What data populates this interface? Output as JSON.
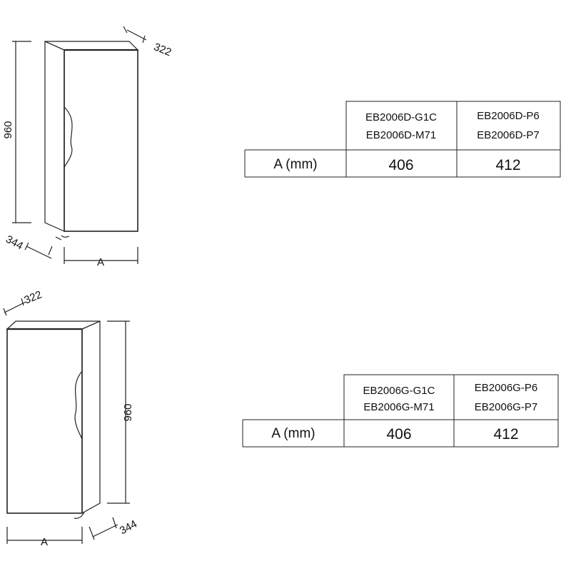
{
  "top_diagram": {
    "height_dim": "960",
    "depth_top_dim": "322",
    "depth_side_dim": "344",
    "width_dim": "A"
  },
  "bottom_diagram": {
    "height_dim": "960",
    "depth_top_dim": "322",
    "depth_side_dim": "344",
    "width_dim": "A"
  },
  "top_table": {
    "col1_models": [
      "EB2006D-G1C",
      "EB2006D-M71"
    ],
    "col2_models": [
      "EB2006D-P6",
      "EB2006D-P7"
    ],
    "row_label": "A (mm)",
    "col1_value": "406",
    "col2_value": "412"
  },
  "bottom_table": {
    "col1_models": [
      "EB2006G-G1C",
      "EB2006G-M71"
    ],
    "col2_models": [
      "EB2006G-P6",
      "EB2006G-P7"
    ],
    "row_label": "A (mm)",
    "col1_value": "406",
    "col2_value": "412"
  }
}
